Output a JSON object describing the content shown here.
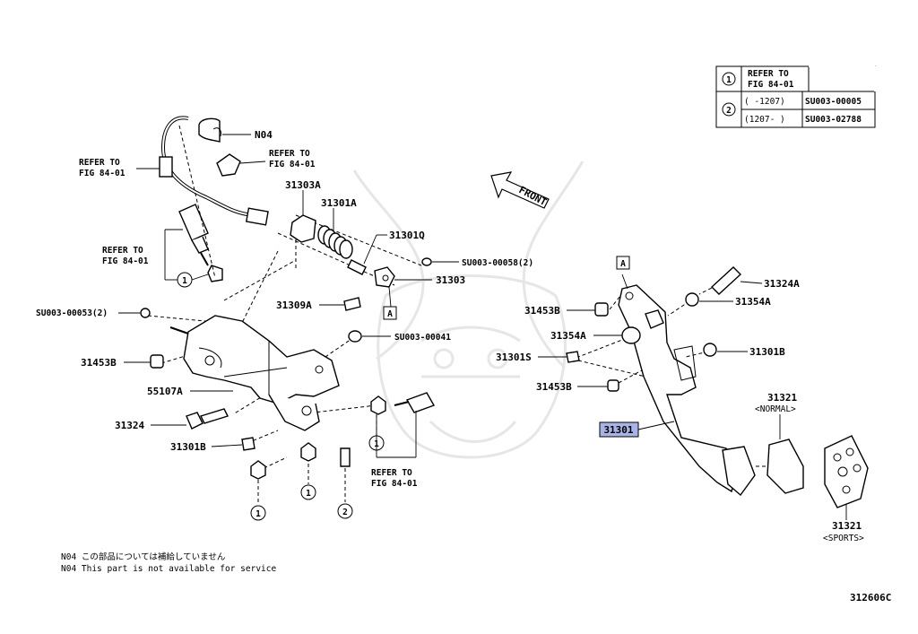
{
  "diagram_id": "312606C",
  "legend": {
    "row1": {
      "key": "1",
      "text_a": "REFER TO",
      "text_b": "FIG 84-01"
    },
    "row2": {
      "key": "2",
      "r1_range": "(    -1207)",
      "r1_part": "SU003-00005",
      "r2_range": "(1207-     )",
      "r2_part": "SU003-02788"
    }
  },
  "direction_label": "FRONT",
  "labels": {
    "n04": "N04",
    "refer_top_a": "REFER TO",
    "refer_top_b": "FIG 84-01",
    "refer_mid_a": "REFER TO",
    "refer_mid_b": "FIG 84-01",
    "refer_left_a": "REFER TO",
    "refer_left_b": "FIG 84-01",
    "refer_bottom_a": "REFER TO",
    "refer_bottom_b": "FIG 84-01",
    "p31303A": "31303A",
    "p31301A": "31301A",
    "p31301Q": "31301Q",
    "su00058": "SU003-00058(2)",
    "p31303": "31303",
    "p31309A": "31309A",
    "box_a1": "A",
    "box_a2": "A",
    "su00053": "SU003-00053(2)",
    "su00041": "SU003-00041",
    "p31453B_l": "31453B",
    "p55107A": "55107A",
    "p31324": "31324",
    "p31301B_l": "31301B",
    "p31324A": "31324A",
    "p31354A_r": "31354A",
    "p31453B_r1": "31453B",
    "p31354A_l": "31354A",
    "p31301B_r": "31301B",
    "p31301S": "31301S",
    "p31453B_r2": "31453B",
    "p31301": "31301",
    "p31321_n": "31321",
    "normal": "<NORMAL>",
    "p31321_s": "31321",
    "sports": "<SPORTS>"
  },
  "callouts": [
    "1",
    "1",
    "1",
    "1",
    "2"
  ],
  "notes": {
    "jp": "N04 この部品については補給していません",
    "en": "N04 This part is not available for service"
  },
  "highlight_color": "#a9b4e6"
}
